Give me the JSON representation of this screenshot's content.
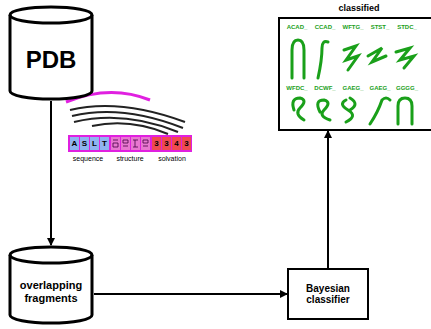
{
  "diagram": {
    "nodes": [
      {
        "text": [
          "PDB"
        ]
      },
      {
        "text": [
          "overlapping fragments"
        ]
      },
      {
        "text": [
          "Bayesian classifier"
        ]
      },
      {
        "text": [
          "classified"
        ]
      }
    ],
    "edges": [
      {
        "from": 0,
        "to": 1,
        "arrow": "to"
      },
      {
        "from": 1,
        "to": 2,
        "arrow": "to"
      },
      {
        "from": 2,
        "to": 3,
        "arrow": "to"
      }
    ],
    "labels": [
      "A",
      "S",
      "L",
      "T",
      "3",
      "3",
      "4",
      "3",
      "sequence",
      "structure",
      "solvation",
      "ACAD_",
      "CCAD_",
      "WFTG_",
      "STST_",
      "STDC_",
      "WFDC_",
      "DCWF_",
      "GAEG_",
      "GAEG_",
      "GGGG_"
    ]
  }
}
